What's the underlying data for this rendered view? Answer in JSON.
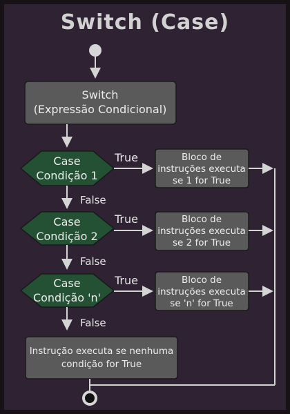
{
  "title": "Switch (Case)",
  "switch_node": {
    "line1": "Switch",
    "line2": "(Expressão Condicional)"
  },
  "cases": [
    {
      "label_line1": "Case",
      "label_line2": "Condição 1",
      "true_label": "True",
      "false_label": "False",
      "block_line1": "Bloco de",
      "block_line2": "instruções executa",
      "block_line3": "se 1 for True"
    },
    {
      "label_line1": "Case",
      "label_line2": "Condição 2",
      "true_label": "True",
      "false_label": "False",
      "block_line1": "Bloco de",
      "block_line2": "instruções executa",
      "block_line3": "se 2 for True"
    },
    {
      "label_line1": "Case",
      "label_line2": "Condição 'n'",
      "true_label": "True",
      "false_label": "False",
      "block_line1": "Bloco de",
      "block_line2": "instruções executa",
      "block_line3": "se 'n' for True"
    }
  ],
  "default_node": {
    "line1": "Instrução executa se nenhuma",
    "line2": "condição for True"
  },
  "colors": {
    "background": "#2e2233",
    "frame": "#161216",
    "node_fill": "#5a5a5a",
    "node_stroke": "#1a1a1a",
    "case_fill": "#245034",
    "line": "#d4d4d4"
  }
}
